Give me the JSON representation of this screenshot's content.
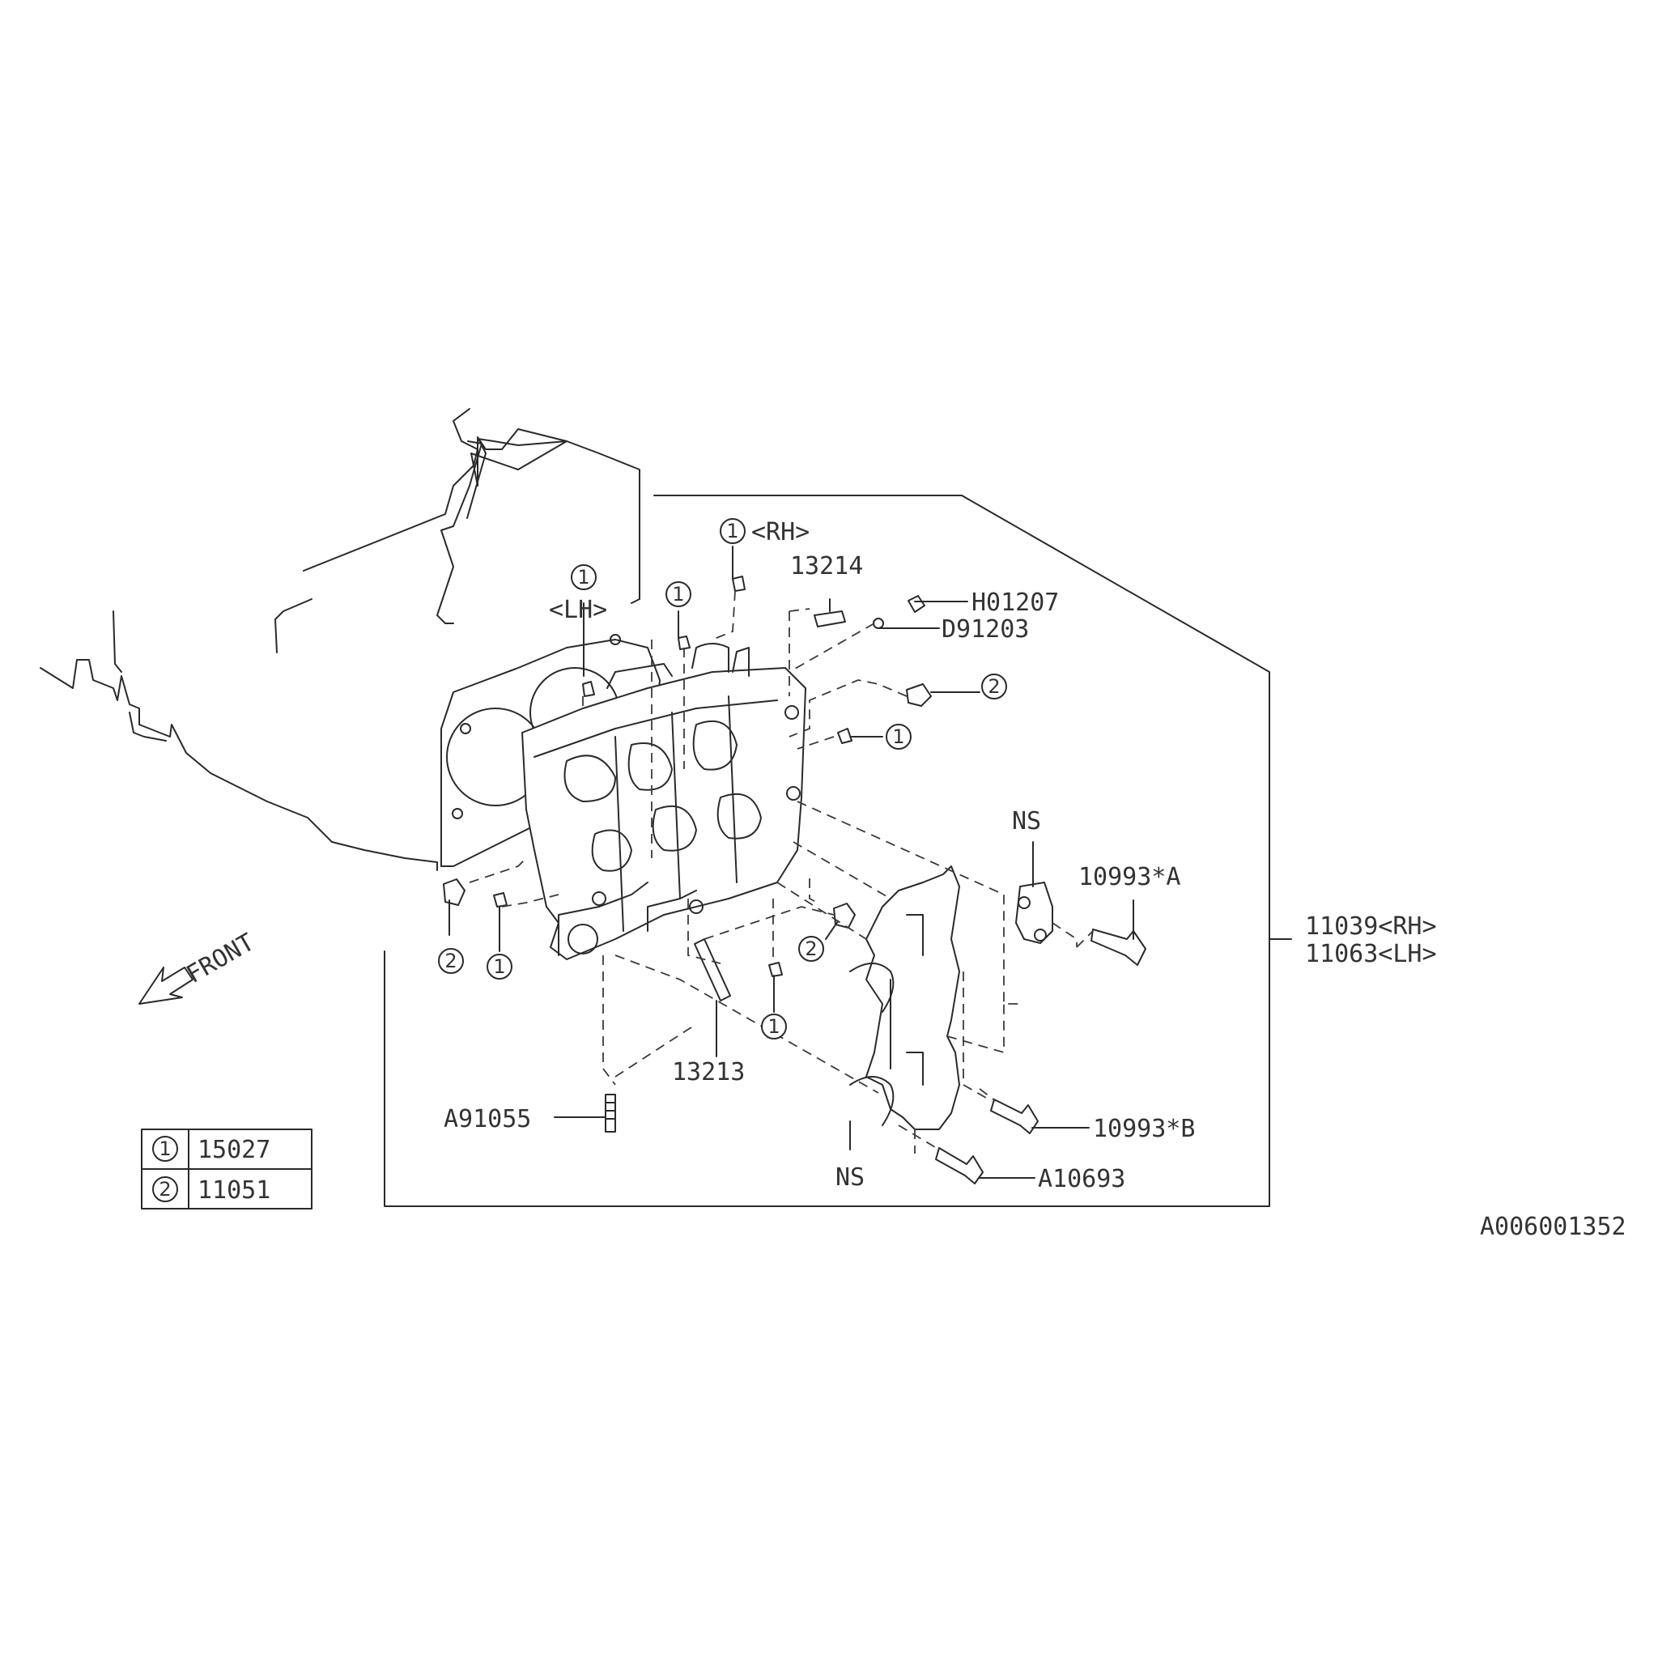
{
  "diagram": {
    "front_label": "FRONT",
    "figure_code": "A006001352",
    "callouts": {
      "c1": "1",
      "c2": "2"
    },
    "side_tags": {
      "lh": "<LH>",
      "rh": "<RH>"
    },
    "parts": {
      "p13214": "13214",
      "h01207": "H01207",
      "d91203": "D91203",
      "ns_top": "NS",
      "ns_bottom": "NS",
      "p10993a": "10993*A",
      "p10993b": "10993*B",
      "a10693": "A10693",
      "p13213": "13213",
      "a91055": "A91055",
      "p11039": "11039<RH>",
      "p11063": "11063<LH>"
    },
    "legend": [
      {
        "key": "1",
        "part": "15027"
      },
      {
        "key": "2",
        "part": "11051"
      }
    ]
  }
}
